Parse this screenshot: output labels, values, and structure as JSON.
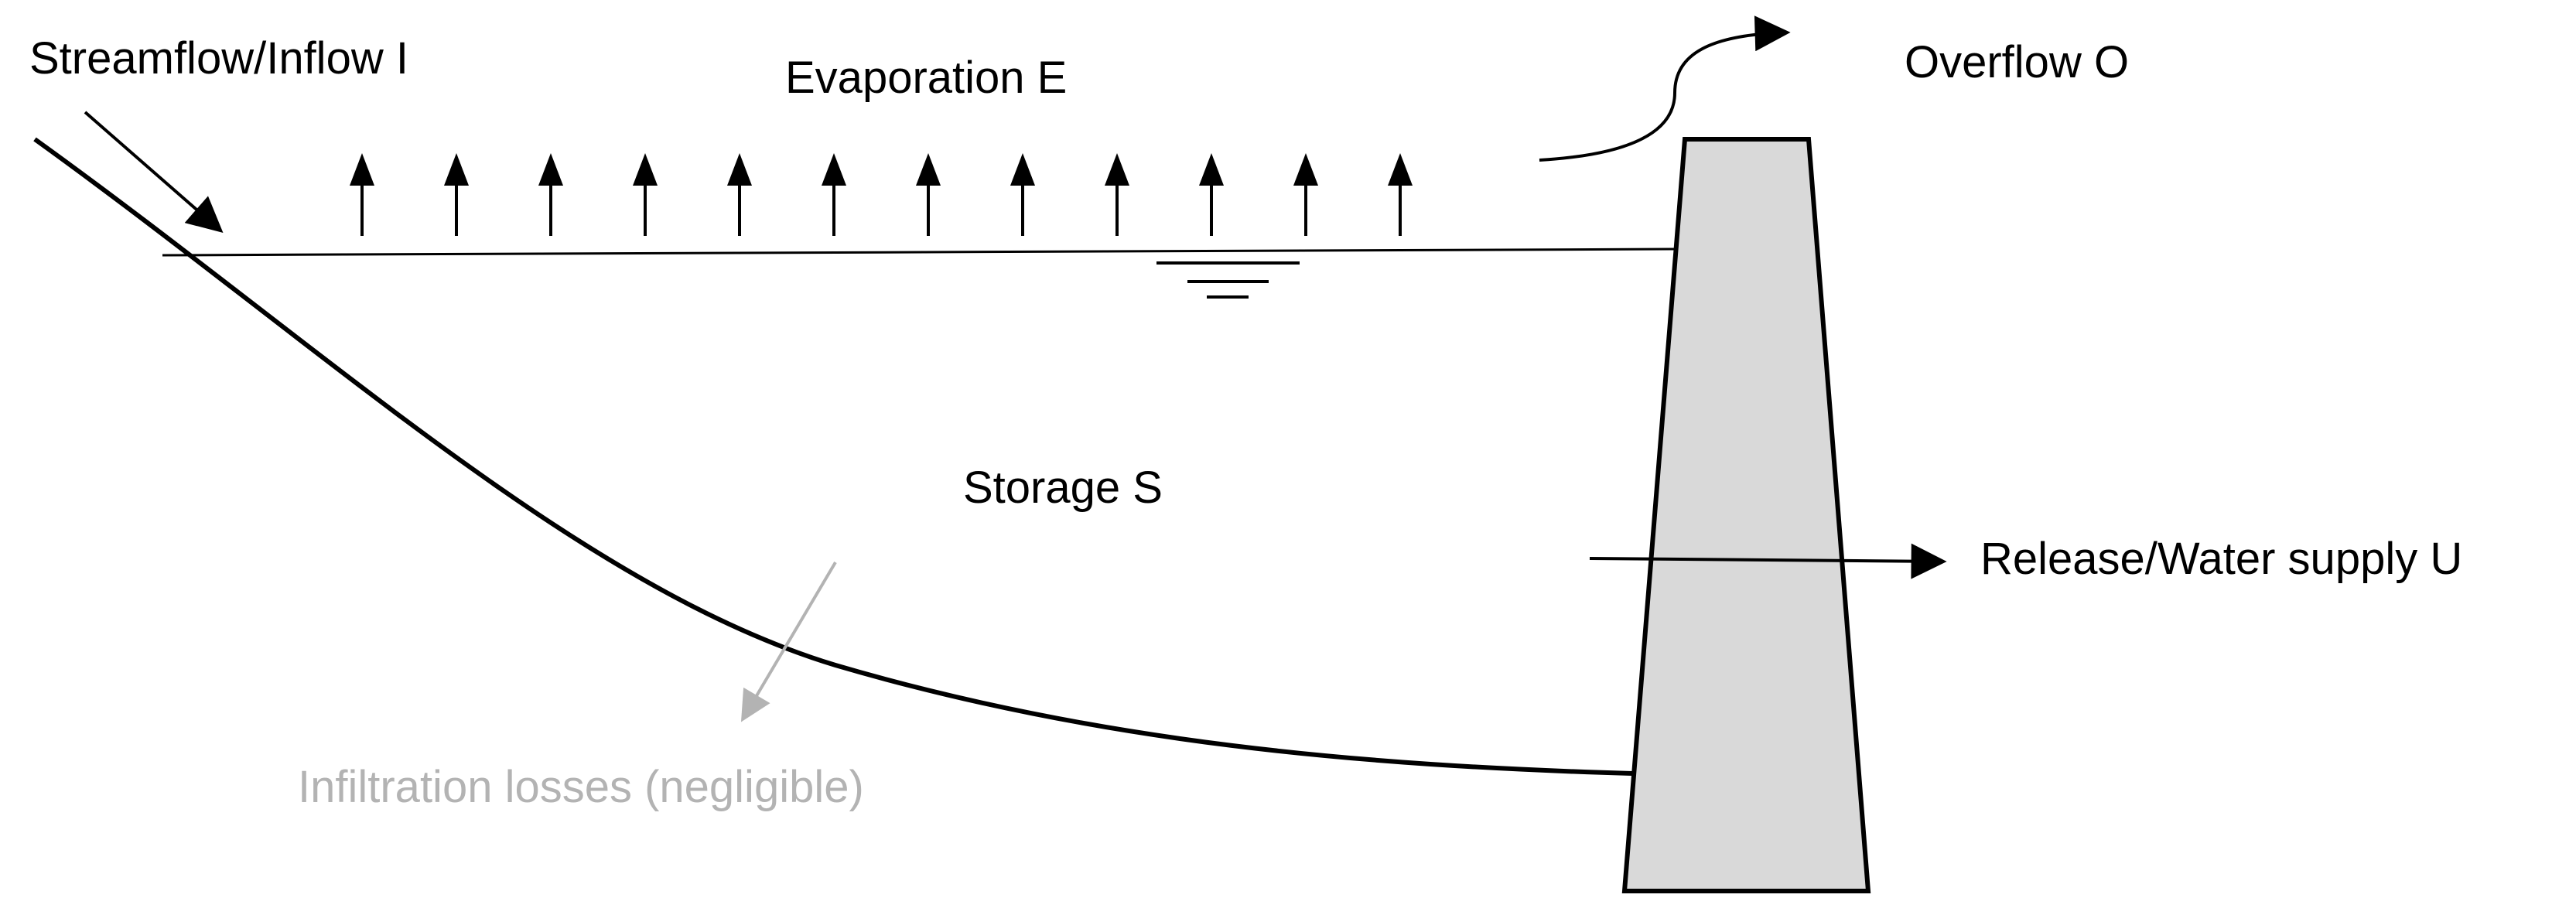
{
  "labels": {
    "inflow": "Streamflow/Inflow I",
    "evaporation": "Evaporation E",
    "overflow": "Overflow O",
    "storage": "Storage S",
    "release": "Release/Water supply U",
    "infiltration": "Infiltration losses (negligible)"
  },
  "colors": {
    "line": "#000000",
    "dam_fill": "#d9d9d9",
    "faint": "#b3b3b3",
    "background": "#ffffff"
  },
  "evaporation_arrow_count": 12
}
